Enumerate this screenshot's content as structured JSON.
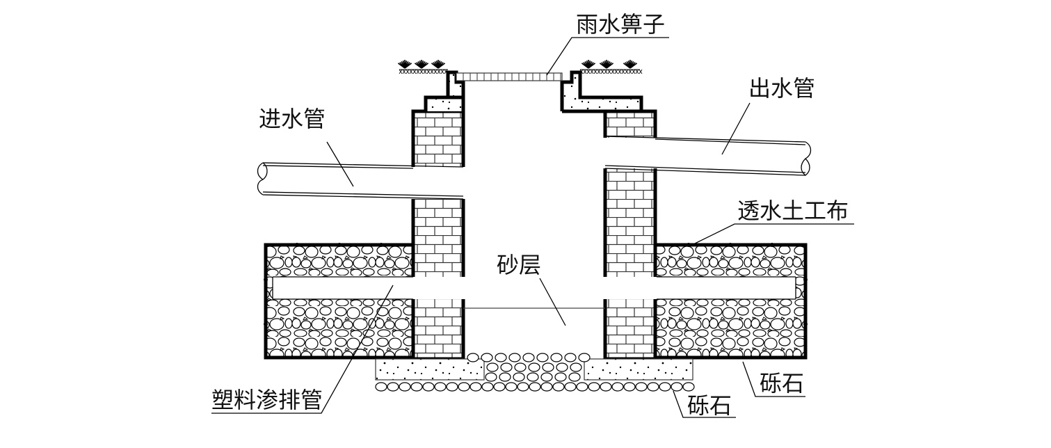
{
  "diagram": {
    "type": "engineering cross-section",
    "subject": "rainwater infiltration inspection well",
    "colors": {
      "line": "#000000",
      "background": "#ffffff"
    }
  },
  "labels": {
    "grate": "雨水箅子",
    "inlet_pipe": "进水管",
    "outlet_pipe": "出水管",
    "geotextile": "透水土工布",
    "sand_layer": "砂层",
    "perforated_pipe": "塑料渗排管",
    "gravel_right": "砾石",
    "gravel_bottom": "砾石"
  },
  "components": [
    {
      "id": "grate",
      "name": "Rain grate",
      "label_key": "grate"
    },
    {
      "id": "inlet",
      "name": "Inlet pipe",
      "label_key": "inlet_pipe"
    },
    {
      "id": "outlet",
      "name": "Outlet pipe",
      "label_key": "outlet_pipe"
    },
    {
      "id": "geotextile",
      "name": "Permeable geotextile",
      "label_key": "geotextile"
    },
    {
      "id": "sand",
      "name": "Sand layer",
      "label_key": "sand_layer"
    },
    {
      "id": "perforated",
      "name": "Plastic perforated drain pipe",
      "label_key": "perforated_pipe"
    },
    {
      "id": "gravel",
      "name": "Gravel",
      "label_key": "gravel_right"
    }
  ]
}
